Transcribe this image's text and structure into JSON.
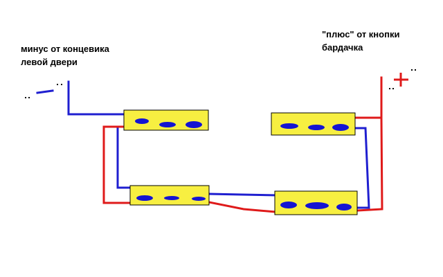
{
  "labels": {
    "minus_line1": "минус от концевика",
    "minus_line2": "левой двери",
    "plus_line1": "\"плюс\" от кнопки",
    "plus_line2": "бардачка"
  },
  "symbols": {
    "plus_sign": "+"
  },
  "colors": {
    "block_fill": "#f7ef41",
    "block_stroke": "#000000",
    "spot": "#1414d2",
    "wire_blue": "#1f1fd0",
    "wire_red": "#df1a1a"
  }
}
